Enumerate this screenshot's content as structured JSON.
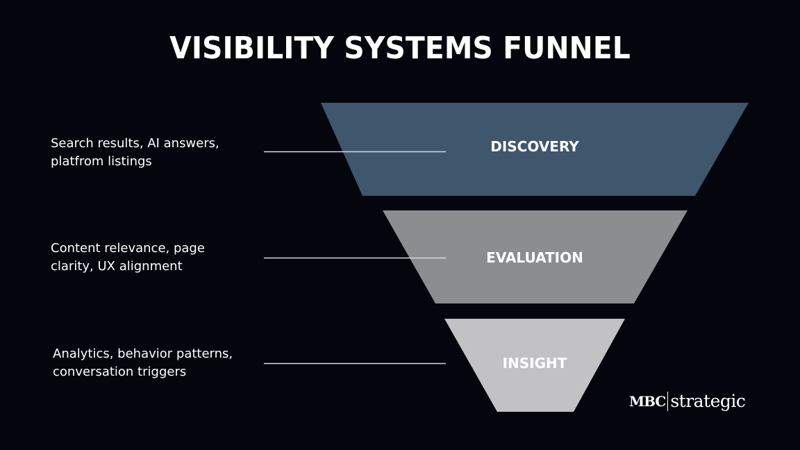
{
  "title": "VISIBILITY SYSTEMS FUNNEL",
  "stages": [
    {
      "label": "DISCOVERY",
      "description_line1": "Search results, AI answers,",
      "description_line2": "platfrom listings",
      "color": "#3f566d"
    },
    {
      "label": "EVALUATION",
      "description_line1": "Content relevance, page",
      "description_line2": "clarity, UX alignment",
      "color": "#8c8d91"
    },
    {
      "label": "INSIGHT",
      "description_line1": "Analytics, behavior patterns,",
      "description_line2": "conversation triggers",
      "color": "#c2c2c4"
    }
  ],
  "connector_color": "#d9d9d9",
  "logo": {
    "brand": "MBC",
    "product": "strategic"
  }
}
